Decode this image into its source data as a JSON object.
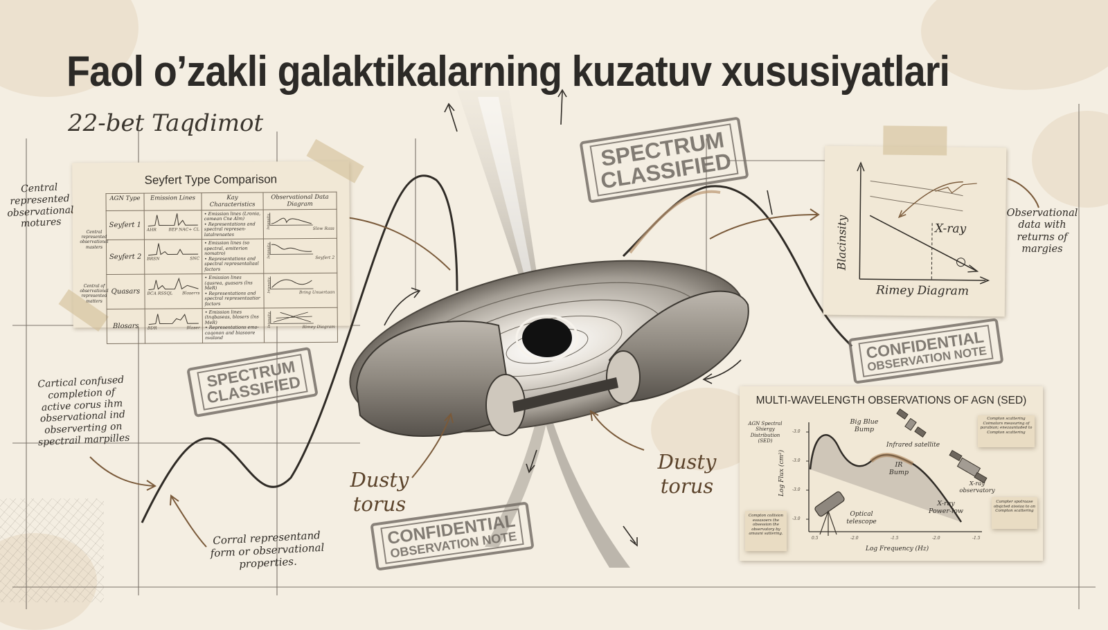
{
  "title": "Faol o’zakli galaktikalarning kuzatuv xususiyatlari",
  "subtitle": "22-bet Taqdimot",
  "annotations": {
    "central": "Central represented observational motures",
    "cortical": "Cartical confused completion of active corus ihm observational ind observerting on spectrail marpilles",
    "corral": "Corral representand form or observational properties.",
    "observational": "Observational data with returns of margies",
    "dusty_left": "Dusty torus",
    "dusty_right": "Dusty torus",
    "side_small_1": "Central represented observational masters",
    "side_small_2": "Central of observational represented matters"
  },
  "stamps": {
    "spectrum_top_l1": "SPECTRUM",
    "spectrum_top_l2": "CLASSIFIED",
    "spectrum_left_l1": "SPECTRUM",
    "spectrum_left_l2": "CLASSIFIED",
    "confidential_right_l1": "CONFIDENTIAL",
    "confidential_right_l2": "OBSERVATION NOTE",
    "confidential_bottom_l1": "CONFIDENTIAL",
    "confidential_bottom_l2": "OBSERVATION NOTE"
  },
  "seyfert_table": {
    "title": "Seyfert Type Comparison",
    "headers": [
      "AGN Type",
      "Emission Lines",
      "Kay Characteristics",
      "Observational Data Diagram"
    ],
    "rows": [
      {
        "type": "Seyfert 1",
        "lines": [
          "AHR",
          "BEP NAC+ CL"
        ],
        "desc": "• Emission lines (Lronia, comean Cne Alm)\n• Representations and spectral represen-latalrenaetes",
        "diag": "Slow Rass",
        "axis": "Intensity"
      },
      {
        "type": "Seyfert 2",
        "lines": [
          "BRSN",
          "SNC"
        ],
        "desc": "• Emission lines (so spectral, emiterion nomatro)\n• Representations and spectral representaliaal factors",
        "diag": "Seyfert 2",
        "axis": "Intensity"
      },
      {
        "type": "Quasars",
        "lines": [
          "BCA RSSQL",
          "Bloserrs"
        ],
        "desc": "• Emission lines (qusrea, guasars (lns MeR)\n• Representations and spectral representaatiar factors",
        "diag": "Bring Unuertaan",
        "axis": "Intensity"
      },
      {
        "type": "Blosars",
        "lines": [
          "BDR",
          "Blaser"
        ],
        "desc": "• Emission lines (tnqbaseas, blosers (lns MeR)\n• Representations emo-caqonon and biasoore nvalond",
        "diag": "Rimey Diagram",
        "axis": "Intensity"
      }
    ]
  },
  "rimey_chart": {
    "ylabel": "Blacinsity",
    "xlabel": "Rimey Diagram",
    "xray": "X-ray"
  },
  "sed_chart": {
    "title": "MULTI-WAVELENGTH OBSERVATIONS OF AGN (SED)",
    "ylabel": "Log Flux (cm²)",
    "xlabel": "Log Frequency (Hz)",
    "yticks": [
      "-3.0",
      "-3.0",
      "-3.0",
      "-3.0"
    ],
    "xticks": [
      "0.5",
      "-2.0",
      "-1.5",
      "-2.0",
      "-1.5"
    ],
    "labels": {
      "bigblue": "Big Blue Bump",
      "infrared": "Infrared satellite",
      "ir": "IR Bump",
      "optical": "Optical telescope",
      "xray_obs": "X-ray observatory",
      "xray_pl": "X-ray Power-low",
      "agn_sed": "AGN Spectral Shiergy Distribution (SED)",
      "compton_top": "Compton scattering Coimatars measuring of parabian; enezauntaded to Compton scattering",
      "compton_right": "Campter spotraase obsjcted aissiaa to an Compton scattering",
      "compton_left": "Compton collision esoasoers the obsession the observatory by amauni sattering."
    }
  }
}
